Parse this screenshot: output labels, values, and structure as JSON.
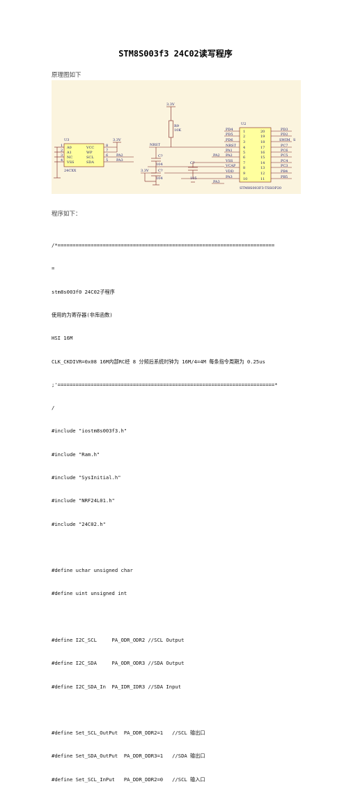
{
  "title": "STM8S003f3 24C02读写程序",
  "schematic_label": "原理图如下",
  "code_label": "程序如下：",
  "schematic": {
    "vcc_top": "3.3V",
    "vcc_mid": "3.3V",
    "vcc_left": "3.3V",
    "r9_ref": "R9",
    "r9_val": "10K",
    "nrst": "NRST",
    "c_a": "C?",
    "c_a_val": "104",
    "c_b": "C?",
    "c_b_val": "104",
    "c_c": "C?",
    "c_c_val": "105",
    "u3_ref": "U3",
    "u3_part": "24CXX",
    "u3_pins_left": [
      "A0",
      "A1",
      "NC",
      "VSS"
    ],
    "u3_pins_right": [
      "VCC",
      "WP",
      "SCL",
      "SDA"
    ],
    "u3_nums_left": [
      "1",
      "2",
      "3",
      "4"
    ],
    "u3_nums_right": [
      "8",
      "7",
      "6",
      "5"
    ],
    "u3_nets": [
      "PA2",
      "PA3"
    ],
    "u2_ref": "U2",
    "u2_part": "STM8S003F3-TSSOP20",
    "u2_left_pins": [
      "PD4",
      "PD5",
      "PD6",
      "NRST",
      "PA1",
      "PA2",
      "VSS",
      "VCAP",
      "VDD",
      "PA3"
    ],
    "u2_left_nums": [
      "1",
      "2",
      "3",
      "4",
      "5",
      "6",
      "7",
      "8",
      "9",
      "10"
    ],
    "u2_right_nums": [
      "20",
      "19",
      "18",
      "17",
      "16",
      "15",
      "14",
      "13",
      "12",
      "11"
    ],
    "u2_right_pins": [
      "PD3",
      "PD2",
      "SWIM",
      "PC7",
      "PC6",
      "PC5",
      "PC4",
      "PC3",
      "PB4",
      "PB5"
    ],
    "u2_ext_left": [
      "PA2",
      "PA3"
    ],
    "swim_ext": "S"
  },
  "code_lines": [
    "/*========================================================================",
    "=",
    "stm8s003f0 24C02子程序",
    "使用的为寄存器(非库函数)",
    "HSI 16M",
    "CLK_CKDIVR=0x08 16M内部RC经 8 分频后系统时钟为 16M/4=4M 每条指令周期为 0.25us",
    ";'========================================================================*",
    "/",
    "#include \"iostm8s003f3.h\"",
    "#include \"Ram.h\"",
    "#include \"SysInitial.h\"",
    "#include \"NRF24L01.h\"",
    "#include \"24C02.h\"",
    "",
    "#define uchar unsigned char",
    "#define uint unsigned int",
    "",
    "#define I2C_SCL     PA_ODR_ODR2 //SCL Output",
    "#define I2C_SDA     PA_ODR_ODR3 //SDA Output",
    "#define I2C_SDA_In  PA_IDR_IDR3 //SDA Input",
    "",
    "#define Set_SCL_OutPut  PA_DDR_DDR2=1   //SCL 输出口",
    "#define Set_SDA_OutPut  PA_DDR_DDR3=1   //SDA 输出口",
    "#define Set_SCL_InPut   PA_DDR_DDR2=0   //SCL 输入口"
  ]
}
